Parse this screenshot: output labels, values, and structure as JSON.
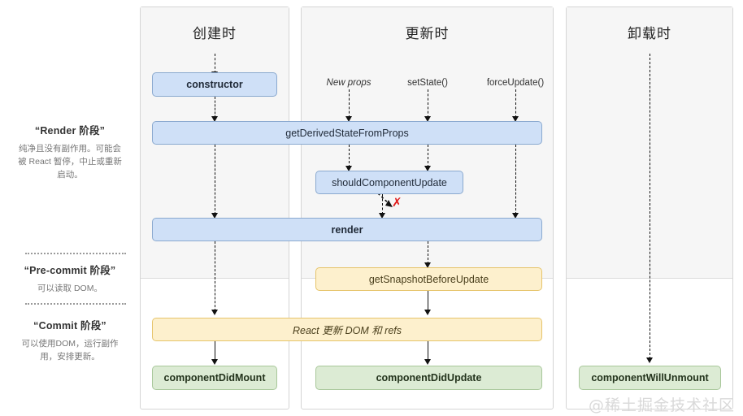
{
  "diagram": {
    "title_mount": "创建时",
    "title_update": "更新时",
    "title_unmount": "卸载时",
    "watermark": "@稀土掘金技术社区"
  },
  "phases": [
    {
      "name": "render",
      "title": "“Render 阶段”",
      "desc": "纯净且没有副作用。可能会被 React 暂停，中止或重新启动。"
    },
    {
      "name": "pre-commit",
      "title": "“Pre-commit 阶段”",
      "desc": "可以读取 DOM。"
    },
    {
      "name": "commit",
      "title": "“Commit 阶段”",
      "desc": "可以使用DOM，运行副作用，安排更新。"
    }
  ],
  "triggers": [
    {
      "label": "New props",
      "style": "italic"
    },
    {
      "label": "setState()",
      "style": "normal"
    },
    {
      "label": "forceUpdate()",
      "style": "normal"
    }
  ],
  "boxes": {
    "constructor": "constructor",
    "get_derived_state": "getDerivedStateFromProps",
    "should_component_update": "shouldComponentUpdate",
    "render": "render",
    "get_snapshot": "getSnapshotBeforeUpdate",
    "react_updates": "React 更新 DOM 和 refs",
    "component_did_mount": "componentDidMount",
    "component_did_update": "componentDidUpdate",
    "component_will_unmount": "componentWillUnmount"
  },
  "markers": {
    "abort_x": "✗"
  },
  "colors": {
    "blue_fill": "#cfe0f7",
    "blue_border": "#8aa9cf",
    "yellow_fill": "#fdf0cd",
    "yellow_border": "#e6c46a",
    "green_fill": "#dcebd4",
    "green_border": "#a8c79a",
    "panel_top": "#f6f6f6",
    "abort_red": "#e01b1b"
  }
}
